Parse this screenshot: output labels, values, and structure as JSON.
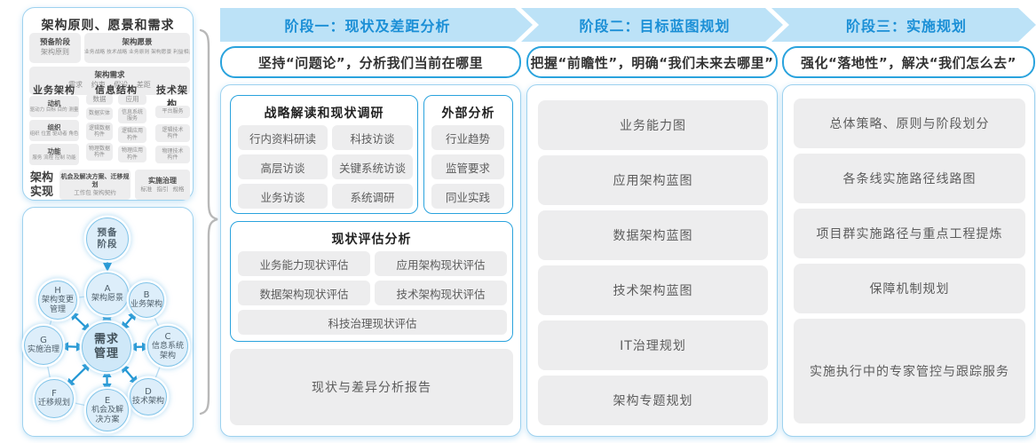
{
  "colors": {
    "band_bg": "#bce2f7",
    "band_text": "#1b8fd6",
    "accent_blue": "#2aa3dd",
    "container_border": "#9ed2ef",
    "gray_box": "#ededee",
    "arrow_blue": "#2196d3",
    "brace_gray": "#b8b8b8"
  },
  "left_panel": {
    "title": "架构原则、愿景和需求",
    "prep": [
      "预备阶段",
      "架构原则"
    ],
    "vision": {
      "title": "架构愿景",
      "items": "业务战略 技术战略 业务原则 架构愿景 利益相关者"
    },
    "requirements": {
      "title": "架构需求",
      "items": "需求  约束  假设  差距"
    },
    "headers": {
      "business": "业务架构",
      "information": "信息结构",
      "technology": "技术架构"
    },
    "business": [
      {
        "t": "动机",
        "i": "驱动力 目标 目的 测量"
      },
      {
        "t": "组织",
        "i": "组织 位置 驱动者 角色"
      },
      {
        "t": "功能",
        "i": "服务 流程 控制 功能"
      }
    ],
    "data_col": [
      "数据",
      "数据实体",
      "逻辑数据构件",
      "物理数据构件"
    ],
    "app_col": [
      "应用",
      "信息系统服务",
      "逻辑应用构件",
      "物理应用构件"
    ],
    "tech_col": [
      "平台服务",
      "逻辑技术构件",
      "物理技术构件"
    ],
    "impl": {
      "label": "架构实现",
      "box1": {
        "t": "机会及解决方案、迁移规划",
        "i": "工作包  架构契约"
      },
      "box2": {
        "t": "实施治理",
        "i": "标准  指引  规格"
      }
    }
  },
  "cycle": {
    "prep": "预备阶段",
    "center": "需求管理",
    "nodes": [
      {
        "letter": "A",
        "label": "架构愿景"
      },
      {
        "letter": "B",
        "label": "业务架构"
      },
      {
        "letter": "C",
        "label": "信息系统架构"
      },
      {
        "letter": "D",
        "label": "技术架构"
      },
      {
        "letter": "E",
        "label": "机会及解决方案"
      },
      {
        "letter": "F",
        "label": "迁移规划"
      },
      {
        "letter": "G",
        "label": "实施治理"
      },
      {
        "letter": "H",
        "label": "架构变更管理"
      }
    ]
  },
  "phases": [
    {
      "header": "阶段一：现状及差距分析",
      "subtitle": "坚持“问题论”，分析我们当前在哪里",
      "group_a": {
        "title": "战略解读和现状调研",
        "items": [
          "行内资料研读",
          "科技访谈",
          "高层访谈",
          "关键系统访谈",
          "业务访谈",
          "系统调研"
        ]
      },
      "group_b": {
        "title": "外部分析",
        "items": [
          "行业趋势",
          "监管要求",
          "同业实践"
        ]
      },
      "group_c": {
        "title": "现状评估分析",
        "items": [
          "业务能力现状评估",
          "应用架构现状评估",
          "数据架构现状评估",
          "技术架构现状评估",
          "科技治理现状评估"
        ]
      },
      "report": "现状与差异分析报告"
    },
    {
      "header": "阶段二：目标蓝图规划",
      "subtitle": "把握“前瞻性”，明确“我们未来去哪里”",
      "items": [
        "业务能力图",
        "应用架构蓝图",
        "数据架构蓝图",
        "技术架构蓝图",
        "IT治理规划",
        "架构专题规划"
      ]
    },
    {
      "header": "阶段三：实施规划",
      "subtitle": "强化“落地性”，解决“我们怎么去”",
      "items": [
        "总体策略、原则与阶段划分",
        "各条线实施路径线路图",
        "项目群实施路径与重点工程提炼",
        "保障机制规划",
        "实施执行中的专家管控与跟踪服务"
      ]
    }
  ]
}
